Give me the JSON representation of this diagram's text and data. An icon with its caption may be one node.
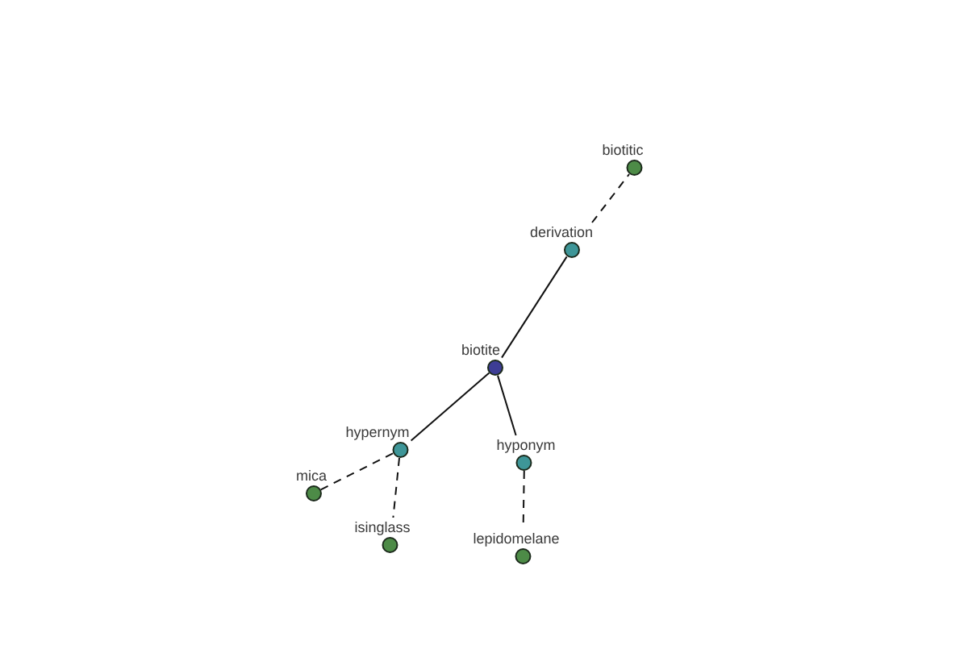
{
  "diagram": {
    "nodes": [
      {
        "text": [
          "biotitic"
        ]
      },
      {
        "text": [
          "derivation"
        ]
      },
      {
        "text": [
          "biotite"
        ]
      },
      {
        "text": [
          "hypernym"
        ]
      },
      {
        "text": [
          "hyponym"
        ]
      },
      {
        "text": [
          "mica"
        ]
      },
      {
        "text": [
          "isinglass"
        ]
      },
      {
        "text": [
          "lepidomelane"
        ]
      }
    ],
    "edges": [
      {
        "from": 1,
        "to": 0,
        "arrow": "none",
        "style": "dashed"
      },
      {
        "from": 2,
        "to": 1,
        "arrow": "none"
      },
      {
        "from": 2,
        "to": 3,
        "arrow": "none"
      },
      {
        "from": 2,
        "to": 4,
        "arrow": "none"
      },
      {
        "from": 3,
        "to": 5,
        "arrow": "none",
        "style": "dashed"
      },
      {
        "from": 3,
        "to": 6,
        "arrow": "none",
        "style": "dashed"
      },
      {
        "from": 4,
        "to": 7,
        "arrow": "none",
        "style": "dashed"
      }
    ]
  }
}
